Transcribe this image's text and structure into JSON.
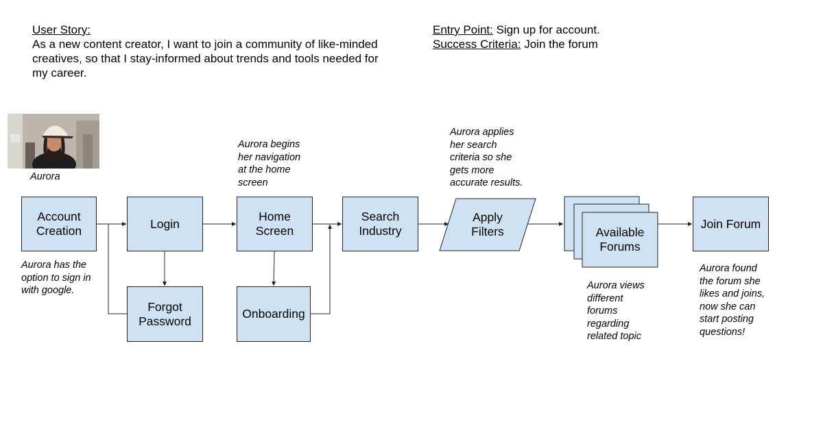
{
  "user_story": {
    "heading": "User Story:",
    "body": "As a new content creator, I want to join a community of like-minded creatives, so that I stay-informed about trends and tools needed for my career."
  },
  "entry": {
    "label": "Entry Point:",
    "value": " Sign up for account."
  },
  "success": {
    "label": "Success Criteria:",
    "value": " Join the forum"
  },
  "persona": {
    "name": "Aurora"
  },
  "nodes": {
    "account_creation": "Account\nCreation",
    "login": "Login",
    "forgot_password": "Forgot\nPassword",
    "home_screen": "Home\nScreen",
    "onboarding": "Onboarding",
    "search_industry": "Search\nIndustry",
    "apply_filters": "Apply\nFilters",
    "available_forums": "Available\nForums",
    "join_forum": "Join Forum"
  },
  "notes": {
    "account_creation": "Aurora has the\noption to sign in\nwith google.",
    "home_screen": "Aurora begins\nher navigation\nat the home\nscreen",
    "apply_filters": "Aurora applies\nher search\ncriteria so she\ngets more\naccurate results.",
    "available_forums": "Aurora views\ndifferent\nforums\nregarding\nrelated topic",
    "join_forum": "Aurora found\nthe forum she\nlikes and joins,\nnow she can\nstart posting\nquestions!"
  },
  "colors": {
    "box_fill": "#cfe2f3",
    "stroke": "#222222"
  }
}
